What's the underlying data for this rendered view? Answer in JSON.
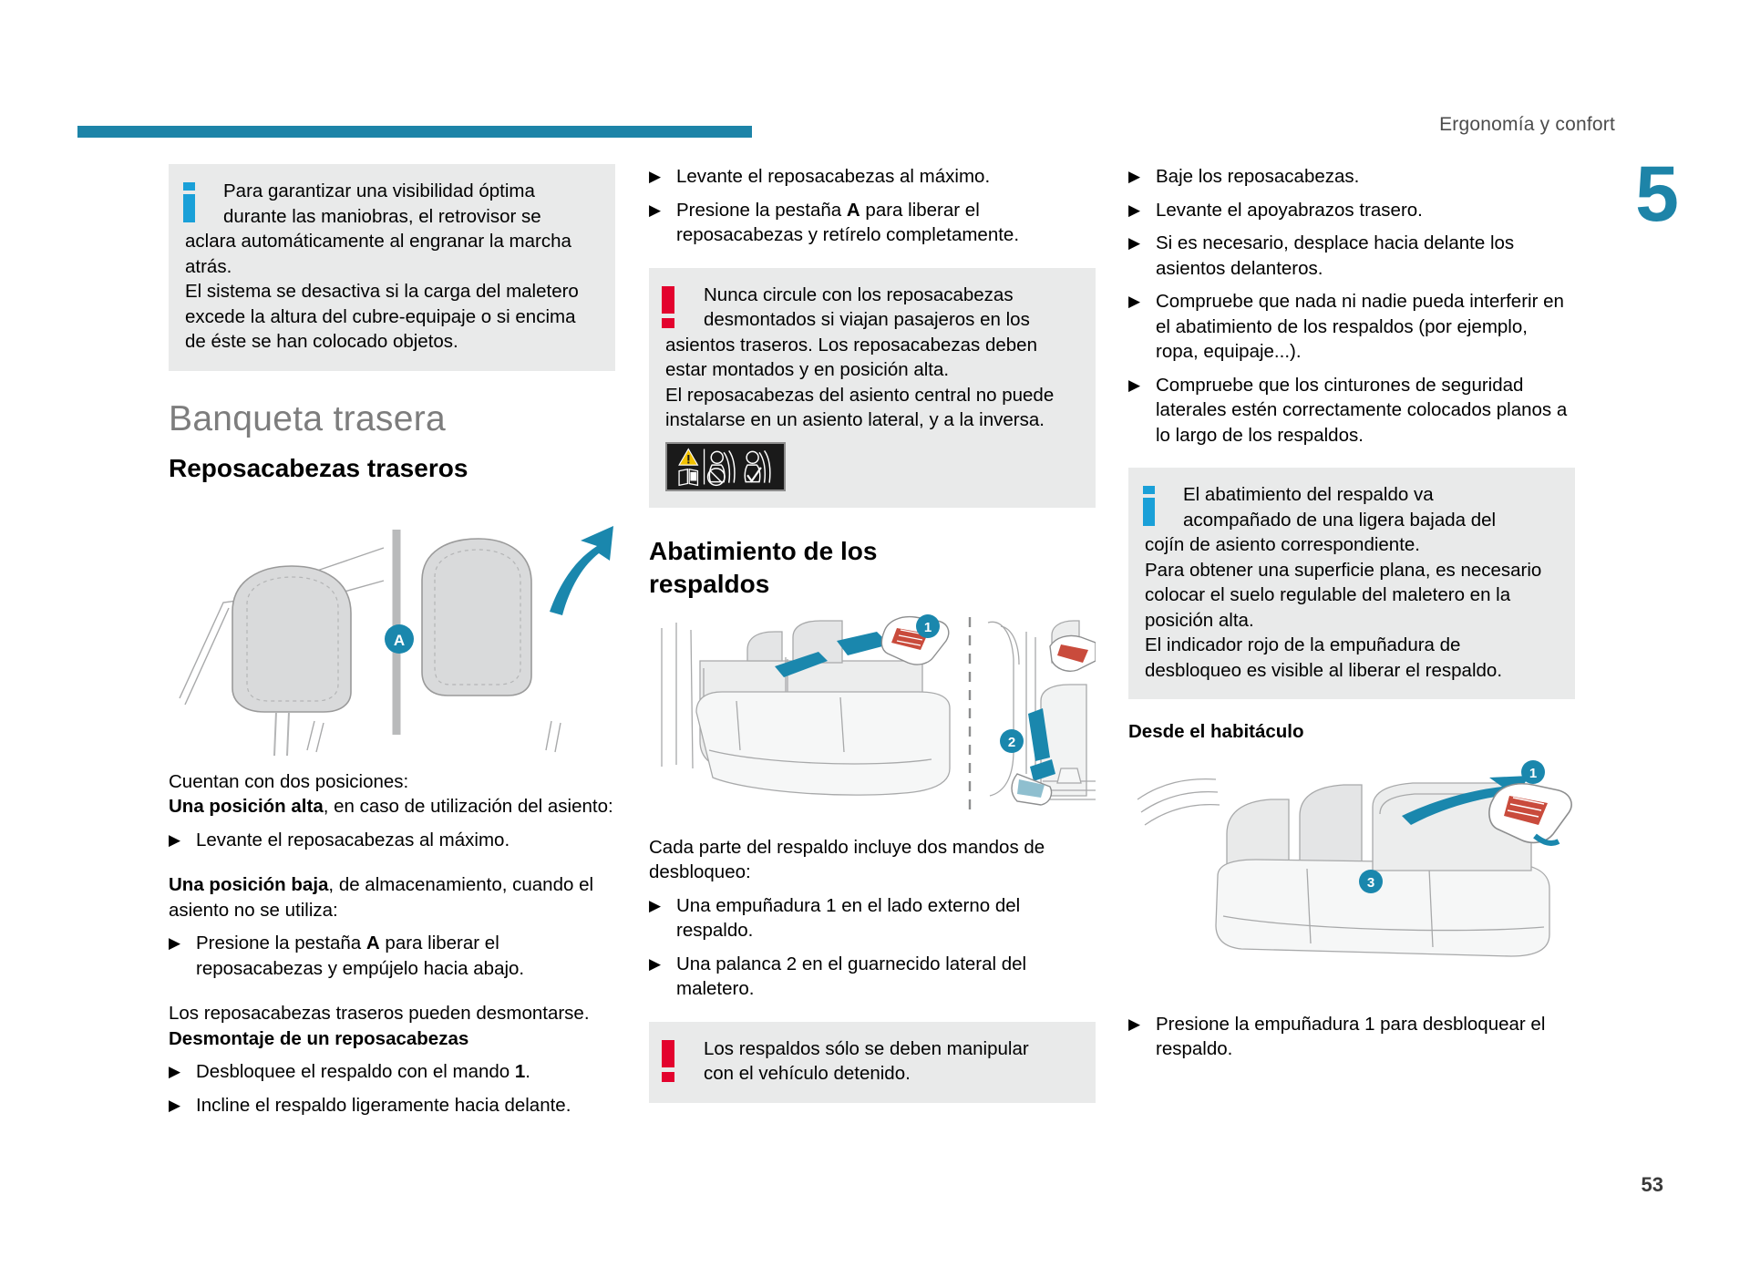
{
  "header": {
    "title": "Ergonomía y confort",
    "chapter": "5",
    "page_number": "53"
  },
  "column_left": {
    "info_box": {
      "icon": "info-icon",
      "line1": "Para garantizar una visibilidad óptima",
      "line2": "durante las maniobras, el retrovisor se",
      "rest": "aclara automáticamente al engranar la marcha atrás.",
      "paragraph2": "El sistema se desactiva si la carga del maletero excede la altura del cubre-equipaje o si encima de éste se han colocado objetos."
    },
    "section_title": "Banqueta trasera",
    "subsection_title": "Reposacabezas traseros",
    "illustration_label": "A",
    "text1": "Cuentan con dos posiciones:",
    "text2_bold": "Una posición alta",
    "text2_rest": ", en caso de utilización del asiento:",
    "bullet1": "Levante el reposacabezas al máximo.",
    "text3_bold": "Una posición baja",
    "text3_rest": ", de almacenamiento, cuando el asiento no se utiliza:",
    "bullet2_a": "Presione la pestaña ",
    "bullet2_b": "A",
    "bullet2_c": " para liberar el reposacabezas y empújelo hacia abajo.",
    "text4": "Los reposacabezas traseros pueden desmontarse.",
    "text5_bold": "Desmontaje de un reposacabezas",
    "bullet3_a": "Desbloquee el respaldo con el mando ",
    "bullet3_b": "1",
    "bullet3_c": ".",
    "bullet4": "Incline el respaldo ligeramente hacia delante."
  },
  "column_middle": {
    "bullet1": "Levante el reposacabezas al máximo.",
    "bullet2_a": "Presione la pestaña ",
    "bullet2_b": "A",
    "bullet2_c": " para liberar el reposacabezas y retírelo completamente.",
    "warning_box": {
      "icon": "warning-exclamation-icon",
      "line1": "Nunca circule con los reposacabezas",
      "line2": "desmontados si viajan pasajeros en los",
      "rest": "asientos traseros. Los reposacabezas deben estar montados y en posición alta.",
      "paragraph2": "El reposacabezas del asiento central no puede instalarse en un asiento lateral, y a la inversa.",
      "pictograms": [
        "warning-triangle-icon",
        "manual-book-icon",
        "no-headrest-seat-icon",
        "headrest-ok-seat-icon"
      ]
    },
    "section_title_line1": "Abatimiento de los",
    "section_title_line2": "respaldos",
    "callout_1": "1",
    "callout_2": "2",
    "text1": "Cada parte del respaldo incluye dos mandos de desbloqueo:",
    "bullet3": "Una empuñadura 1 en el lado externo del respaldo.",
    "bullet4": "Una palanca 2 en el guarnecido lateral del maletero.",
    "warning_box2": {
      "icon": "warning-exclamation-icon",
      "line1": "Los respaldos sólo se deben manipular",
      "line2": "con el vehículo detenido."
    }
  },
  "column_right": {
    "bullet1": "Baje los reposacabezas.",
    "bullet2": "Levante el apoyabrazos trasero.",
    "bullet3": "Si es necesario, desplace hacia delante los asientos delanteros.",
    "bullet4": "Compruebe que nada ni nadie pueda interferir en el abatimiento de los respaldos (por ejemplo, ropa, equipaje...).",
    "bullet5": "Compruebe que los cinturones de seguridad laterales estén correctamente colocados planos a lo largo de los respaldos.",
    "info_box": {
      "icon": "info-icon",
      "line1": "El abatimiento del respaldo va",
      "line2": "acompañado de una ligera bajada del",
      "rest": "cojín de asiento correspondiente.",
      "paragraph2": "Para obtener una superficie plana, es necesario colocar el suelo regulable del maletero en la posición alta.",
      "paragraph3": "El indicador rojo de la empuñadura de desbloqueo es visible al liberar el respaldo."
    },
    "subsection_title": "Desde el habitáculo",
    "callout_1": "1",
    "callout_3": "3",
    "bullet6": "Presione la empuñadura 1 para desbloquear el respaldo."
  },
  "colors": {
    "accent": "#1d84a8",
    "info_icon": "#1aa0d8",
    "warning_icon": "#e3032e",
    "box_bg": "#e9eaea",
    "section_title": "#7d7d7d",
    "illustration_line": "#9a9a9a",
    "illustration_fill": "#d9dadb"
  }
}
